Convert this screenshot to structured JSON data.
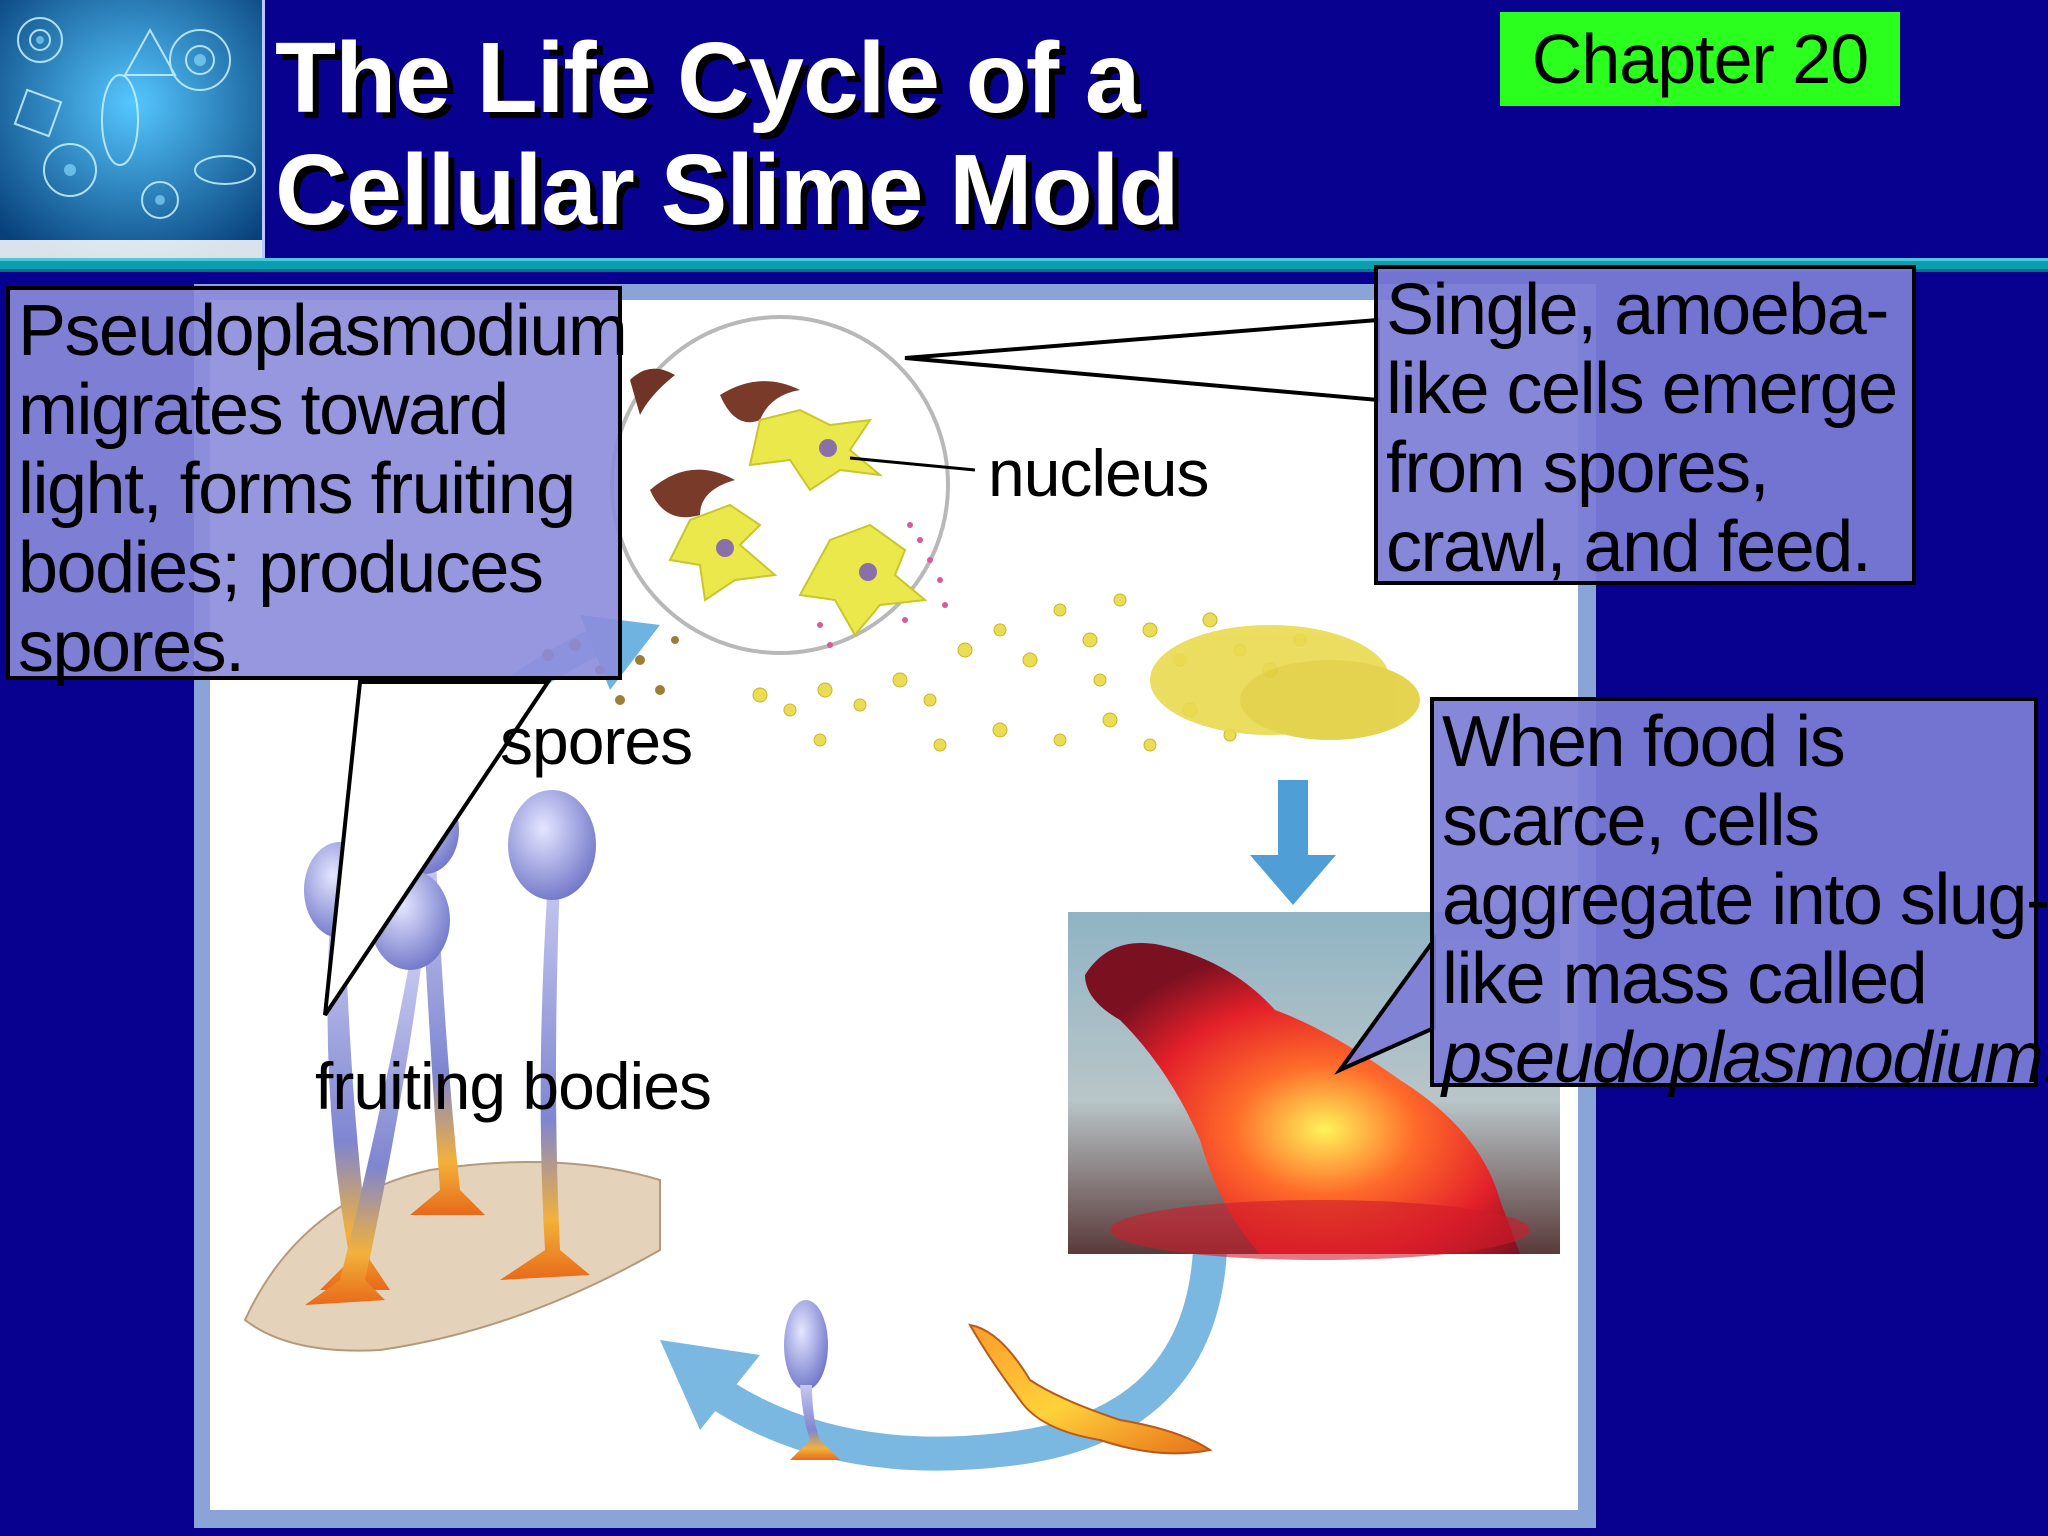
{
  "header": {
    "title_line1": "The Life Cycle of a",
    "title_line2": "Cellular Slime Mold",
    "chapter": "Chapter 20"
  },
  "colors": {
    "background": "#08008f",
    "badge": "#2bff1e",
    "rule": "#0b9db0",
    "callout_fill": "#7d7dd7"
  },
  "diagram": {
    "labels": {
      "nucleus": "nucleus",
      "spores": "spores",
      "fruiting_bodies": "fruiting bodies"
    },
    "callouts": {
      "fruiting": [
        "Pseudoplasmodium",
        "migrates toward",
        "light, forms fruiting",
        "bodies; produces",
        "spores."
      ],
      "amoeba": [
        "Single, amoeba-",
        "like cells emerge",
        "from spores,",
        "crawl, and feed."
      ],
      "aggregate": [
        "When food is",
        "scarce, cells",
        "aggregate into slug-",
        "like mass called"
      ],
      "aggregate_term": "pseudoplasmodium."
    }
  }
}
